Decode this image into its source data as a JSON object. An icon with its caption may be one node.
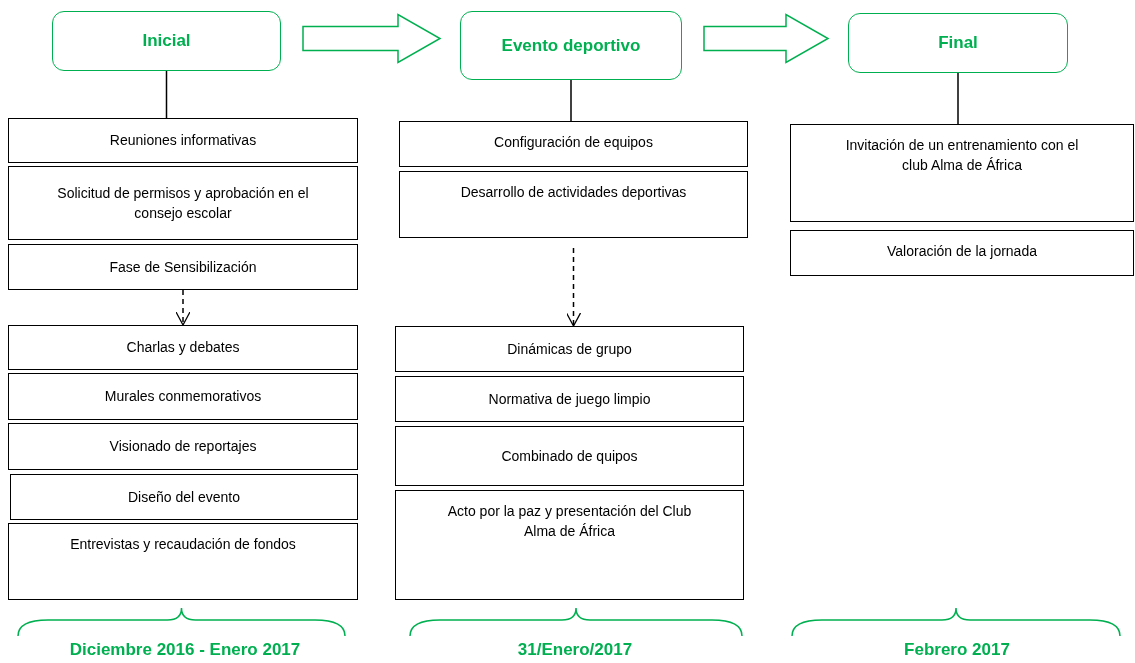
{
  "diagram": {
    "nodes": [
      {
        "text": [
          "Inicial"
        ]
      },
      {
        "text": [
          "Evento deportivo"
        ]
      },
      {
        "text": [
          "Final"
        ]
      },
      {
        "text": [
          "Reuniones informativas"
        ]
      },
      {
        "text": [
          "Solicitud de permisos y aprobación en el consejo escolar"
        ]
      },
      {
        "text": [
          "Fase de Sensibilización"
        ]
      },
      {
        "text": [
          "Charlas y debates"
        ]
      },
      {
        "text": [
          "Murales conmemorativos"
        ]
      },
      {
        "text": [
          "Visionado de reportajes"
        ]
      },
      {
        "text": [
          "Diseño del evento"
        ]
      },
      {
        "text": [
          "Entrevistas y recaudación de fondos"
        ]
      },
      {
        "text": [
          "Configuración de equipos"
        ]
      },
      {
        "text": [
          "Desarrollo de actividades deportivas"
        ]
      },
      {
        "text": [
          "Dinámicas de grupo"
        ]
      },
      {
        "text": [
          "Normativa de juego limpio"
        ]
      },
      {
        "text": [
          "Combinado de quipos"
        ]
      },
      {
        "text": [
          "Acto por la paz y presentación del Club Alma de África"
        ]
      },
      {
        "text": [
          "Invitación de un entrenamiento con el club Alma de África"
        ]
      },
      {
        "text": [
          "Valoración de la jornada"
        ]
      }
    ],
    "edges": [
      {
        "from": 0,
        "to": 1,
        "arrow": "to",
        "style": "thick"
      },
      {
        "from": 1,
        "to": 2,
        "arrow": "to",
        "style": "thick"
      },
      {
        "from": 0,
        "to": 3,
        "arrow": "none"
      },
      {
        "from": 1,
        "to": 11,
        "arrow": "none"
      },
      {
        "from": 2,
        "to": 17,
        "arrow": "none"
      },
      {
        "from": 5,
        "to": 6,
        "arrow": "to",
        "style": "dashed"
      },
      {
        "from": 12,
        "to": 13,
        "arrow": "to",
        "style": "dashed"
      }
    ],
    "labels": [
      "Diciembre 2016 - Enero 2017",
      "31/Enero/2017",
      "Febrero 2017"
    ]
  }
}
